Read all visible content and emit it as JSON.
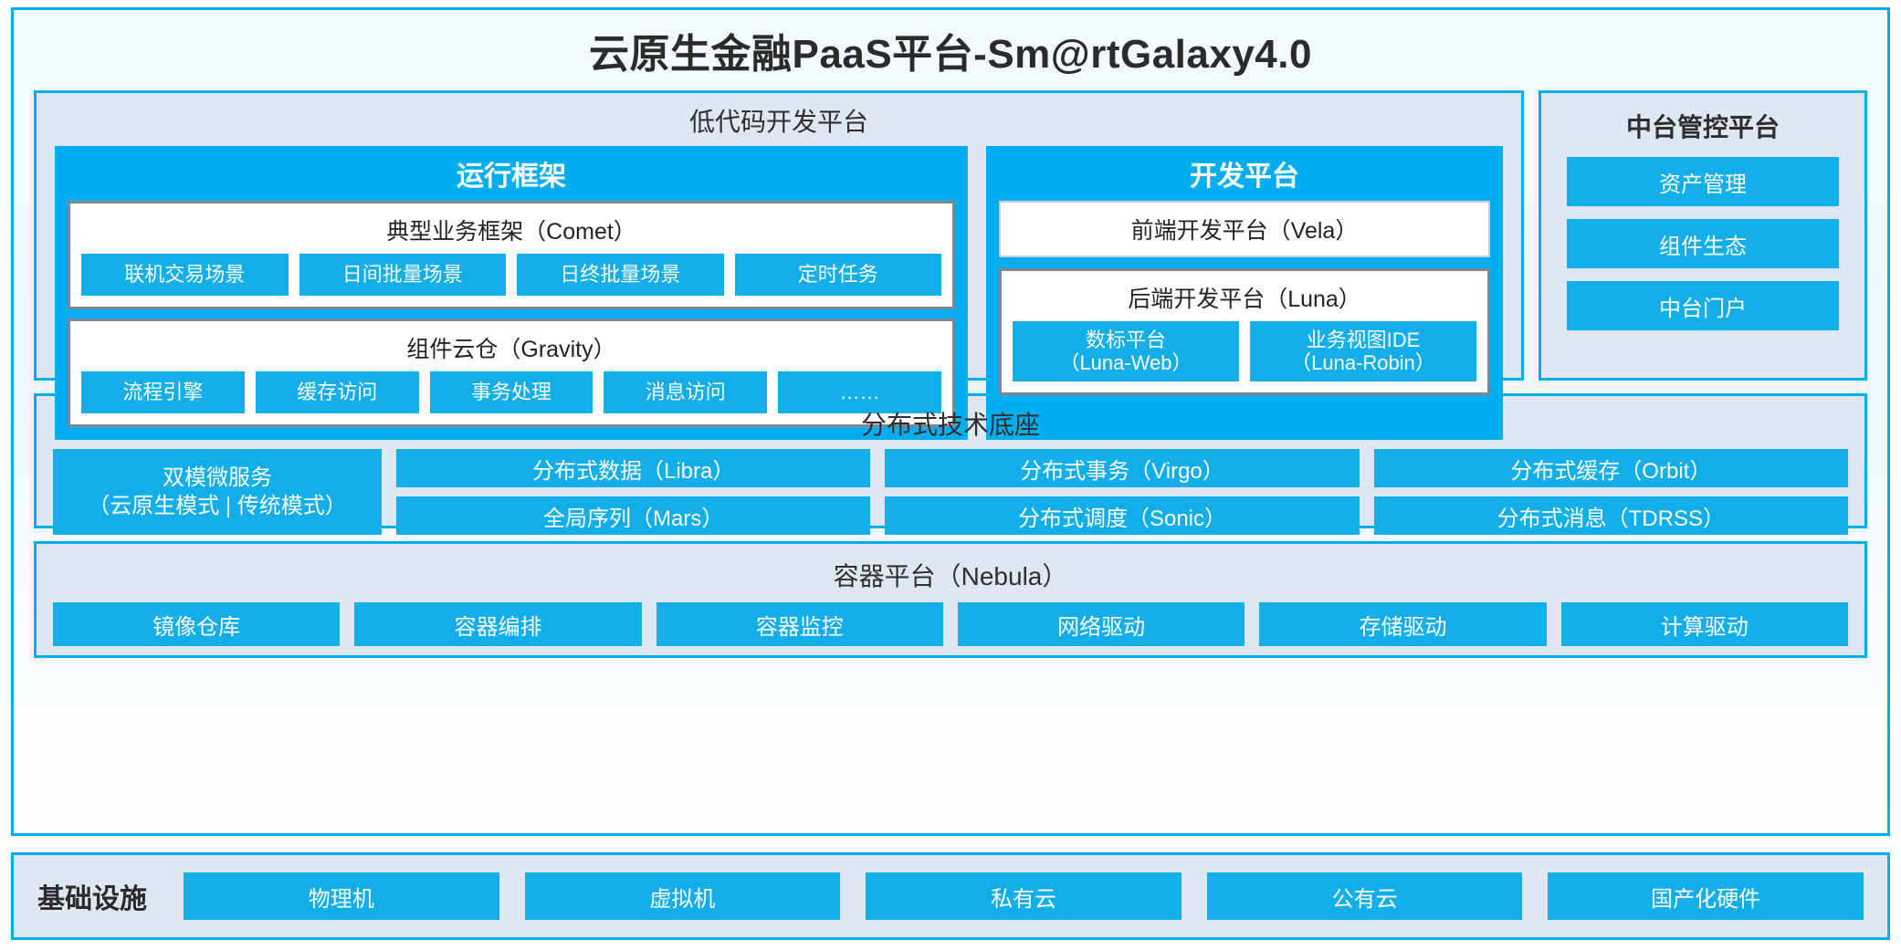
{
  "colors": {
    "accent": "#00AEEF",
    "chip": "#11AEEA",
    "panel_bg": "#DFE7F3",
    "white": "#FFFFFF",
    "border_grey": "#7D8691",
    "text_dark": "#2B2B2B"
  },
  "header": {
    "title": "云原生金融PaaS平台-Sm@rtGalaxy4.0"
  },
  "lowcode": {
    "title": "低代码开发平台",
    "runtime": {
      "title": "运行框架",
      "comet": {
        "title": "典型业务框架（Comet）",
        "items": [
          "联机交易场景",
          "日间批量场景",
          "日终批量场景",
          "定时任务"
        ]
      },
      "gravity": {
        "title": "组件云仓（Gravity）",
        "items": [
          "流程引擎",
          "缓存访问",
          "事务处理",
          "消息访问",
          "……"
        ]
      }
    },
    "devplatform": {
      "title": "开发平台",
      "vela": "前端开发平台（Vela）",
      "luna": {
        "title": "后端开发平台（Luna）",
        "items": [
          {
            "line1": "数标平台",
            "line2": "（Luna-Web）"
          },
          {
            "line1": "业务视图IDE",
            "line2": "（Luna-Robin）"
          }
        ]
      }
    }
  },
  "midplatform": {
    "title": "中台管控平台",
    "items": [
      "资产管理",
      "组件生态",
      "中台门户"
    ]
  },
  "distributed": {
    "title": "分布式技术底座",
    "microservice": {
      "line1": "双模微服务",
      "line2": "（云原生模式 | 传统模式）"
    },
    "columns": [
      [
        "分布式数据（Libra）",
        "全局序列（Mars）"
      ],
      [
        "分布式事务（Virgo）",
        "分布式调度（Sonic）"
      ],
      [
        "分布式缓存（Orbit）",
        "分布式消息（TDRSS）"
      ]
    ]
  },
  "container": {
    "title": "容器平台（Nebula）",
    "items": [
      "镜像仓库",
      "容器编排",
      "容器监控",
      "网络驱动",
      "存储驱动",
      "计算驱动"
    ]
  },
  "infrastructure": {
    "label": "基础设施",
    "items": [
      "物理机",
      "虚拟机",
      "私有云",
      "公有云",
      "国产化硬件"
    ]
  }
}
